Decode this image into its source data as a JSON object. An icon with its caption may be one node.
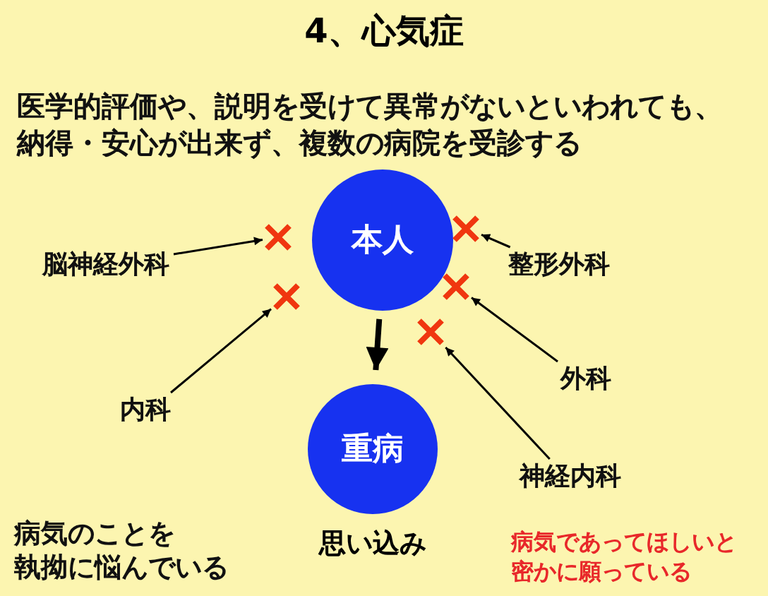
{
  "diagram": {
    "title": "4、心気症",
    "nodes": [
      {
        "text": [
          "本人"
        ]
      },
      {
        "text": [
          "重病"
        ],
        "beside": [
          "思い込み"
        ]
      },
      {
        "text": [
          "脳神経外科"
        ]
      },
      {
        "text": [
          "内科"
        ]
      },
      {
        "text": [
          "整形外科"
        ]
      },
      {
        "text": [
          "外科"
        ]
      },
      {
        "text": [
          "神経内科"
        ]
      },
      {
        "text": [],
        "shape": "cross"
      },
      {
        "text": [],
        "shape": "cross"
      },
      {
        "text": [],
        "shape": "cross"
      },
      {
        "text": [],
        "shape": "cross"
      },
      {
        "text": [],
        "shape": "cross"
      }
    ],
    "edges": [
      {
        "from": 2,
        "to": 7,
        "arrow": "to"
      },
      {
        "from": 3,
        "to": 8,
        "arrow": "to"
      },
      {
        "from": 4,
        "to": 9,
        "arrow": "to"
      },
      {
        "from": 5,
        "to": 10,
        "arrow": "to"
      },
      {
        "from": 6,
        "to": 11,
        "arrow": "to"
      },
      {
        "from": 0,
        "to": 1,
        "arrow": "to",
        "style": "thick"
      }
    ],
    "labels": [
      "医学的評価や、説明を受けて異常がないといわれても、納得・安心が出来ず、複数の病院を受診する",
      "病気のことを",
      "執拗に悩んでいる",
      "病気であってほしいと密かに願っている"
    ]
  }
}
